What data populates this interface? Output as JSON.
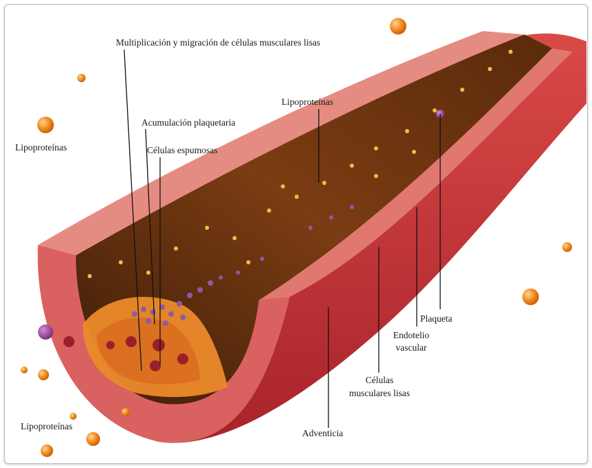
{
  "labels": {
    "multiplicacion": "Multiplicación y migración de células musculares lisas",
    "acumulacion": "Acumulación plaquetaria",
    "celulas_espumosas": "Células espumosas",
    "lipoproteinas_top": "Lipoproteínas",
    "lipoproteinas_left": "Lipoproteínas",
    "lipoproteinas_bottom": "Lipoproteínas",
    "plaqueta": "Plaqueta",
    "endotelio_line1": "Endotelio",
    "endotelio_line2": "vascular",
    "celulas_musc_line1": "Células",
    "celulas_musc_line2": "musculares lisas",
    "adventicia": "Adventicia"
  },
  "colors": {
    "artery_outer": "#c8343b",
    "artery_wall": "#e07a72",
    "lumen": "#6b3410",
    "plaque": "#e9932a",
    "lipoprotein": "#f08a1c",
    "platelet": "#8c5aa8"
  }
}
